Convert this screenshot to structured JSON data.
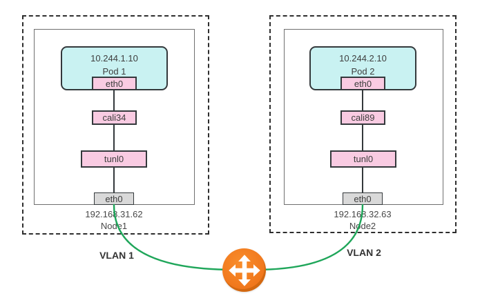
{
  "nodes": [
    {
      "pod_ip": "10.244.1.10",
      "pod_name": "Pod 1",
      "pod_iface": "eth0",
      "calico_iface": "cali34",
      "tunnel_iface": "tunl0",
      "host_iface": "eth0",
      "host_ip": "192.168.31.62",
      "host_name": "Node1",
      "vlan": "VLAN 1"
    },
    {
      "pod_ip": "10.244.2.10",
      "pod_name": "Pod 2",
      "pod_iface": "eth0",
      "calico_iface": "cali89",
      "tunnel_iface": "tunl0",
      "host_iface": "eth0",
      "host_ip": "192.168.32.63",
      "host_name": "Node2",
      "vlan": "VLAN 2"
    }
  ],
  "icons": {
    "router": "router-cross-arrows-icon"
  },
  "colors": {
    "pod_fill": "#c9f2f2",
    "iface_pink_fill": "#f9cbe2",
    "host_iface_fill": "#d9d9d9",
    "link_green": "#1fa65a",
    "router_orange": "#f0771c",
    "border_dark": "#2d2d2d"
  }
}
